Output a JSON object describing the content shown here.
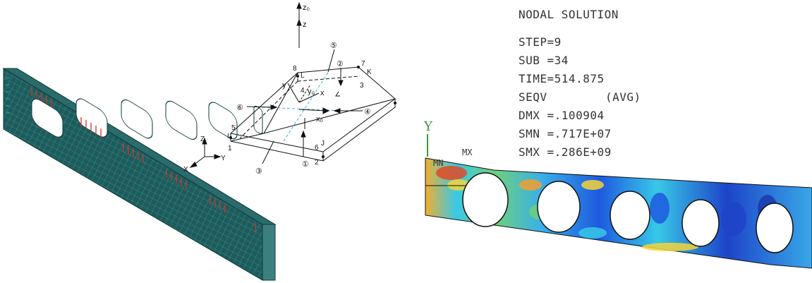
{
  "shell_element": {
    "axes": {
      "zo": "z₀",
      "z": "z",
      "xo": "x₀",
      "yo": "y₀",
      "x": "x",
      "y": "y"
    },
    "nodes": [
      "1",
      "2",
      "3",
      "4",
      "5",
      "6",
      "7",
      "8"
    ],
    "node_letters": {
      "I": "I",
      "L": "L",
      "K": "K",
      "J": "J"
    },
    "faces": [
      "①",
      "②",
      "③",
      "④",
      "⑤",
      "⑥"
    ],
    "triad": {
      "x": "X",
      "y": "Y",
      "z": "Z"
    }
  },
  "contour_legend": {
    "title": "NODAL SOLUTION",
    "step": "STEP=9",
    "sub": "SUB =34",
    "time": "TIME=514.875",
    "seqv": "SEQV",
    "avg": "(AVG)",
    "dmx": "DMX =.100904",
    "smn": "SMN =.717E+07",
    "smx": "SMX =.286E+09",
    "y_axis": "Y",
    "mn_tag": "MN",
    "mx_tag": "MX"
  },
  "colors": {
    "mesh_teal": "#1f5f5f",
    "load_red": "#d8332c",
    "contour_blue": "#1e5adf",
    "contour_cyan": "#38c8e8",
    "contour_green": "#6fd07a",
    "contour_yellow": "#f5d43a",
    "contour_red": "#e24a26"
  }
}
